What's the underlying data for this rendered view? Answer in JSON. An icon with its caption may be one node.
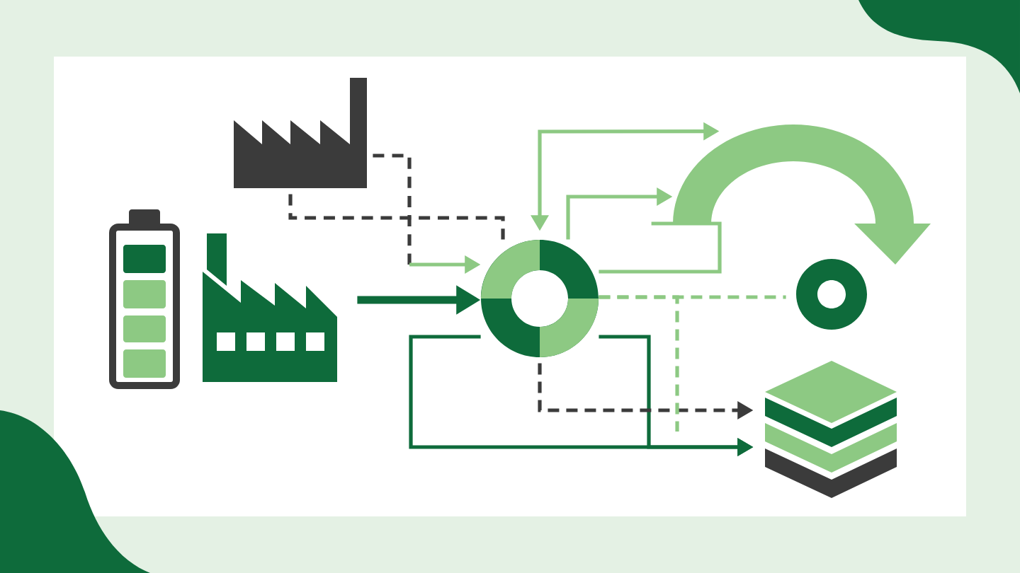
{
  "diagram": {
    "nodes": [
      {
        "text": [],
        "shape": "picture"
      },
      {
        "text": [],
        "shape": "picture"
      },
      {
        "text": [],
        "shape": "picture"
      },
      {
        "text": [],
        "shape": "circle"
      },
      {
        "text": [],
        "shape": "arrow"
      },
      {
        "text": [],
        "shape": "circle"
      },
      {
        "text": [],
        "shape": "picture"
      }
    ],
    "edges": [
      {
        "from": 0,
        "to": 3,
        "arrow": "to",
        "style": "dashed",
        "color": "#3b3b3b"
      },
      {
        "from": 0,
        "to": 3,
        "arrow": "none",
        "style": "dashed",
        "color": "#3b3b3b"
      },
      {
        "from": 2,
        "to": 3,
        "arrow": "to",
        "style": "thick",
        "color": "#0e6b3b"
      },
      {
        "from": 3,
        "to": 4,
        "arrow": "both"
      },
      {
        "from": 3,
        "to": 4,
        "arrow": "to"
      },
      {
        "from": 4,
        "to": 3,
        "arrow": "none"
      },
      {
        "from": 3,
        "to": 6,
        "arrow": "to",
        "color": "#0e6b3b"
      },
      {
        "from": 3,
        "to": 6,
        "arrow": "to",
        "color": "#0e6b3b"
      },
      {
        "from": 3,
        "to": 6,
        "arrow": "to",
        "style": "dashed",
        "color": "#3b3b3b"
      },
      {
        "from": 3,
        "to": 5,
        "arrow": "none",
        "style": "dashed"
      },
      {
        "from": 3,
        "to": null,
        "arrow": "none",
        "style": "dashed"
      }
    ]
  }
}
